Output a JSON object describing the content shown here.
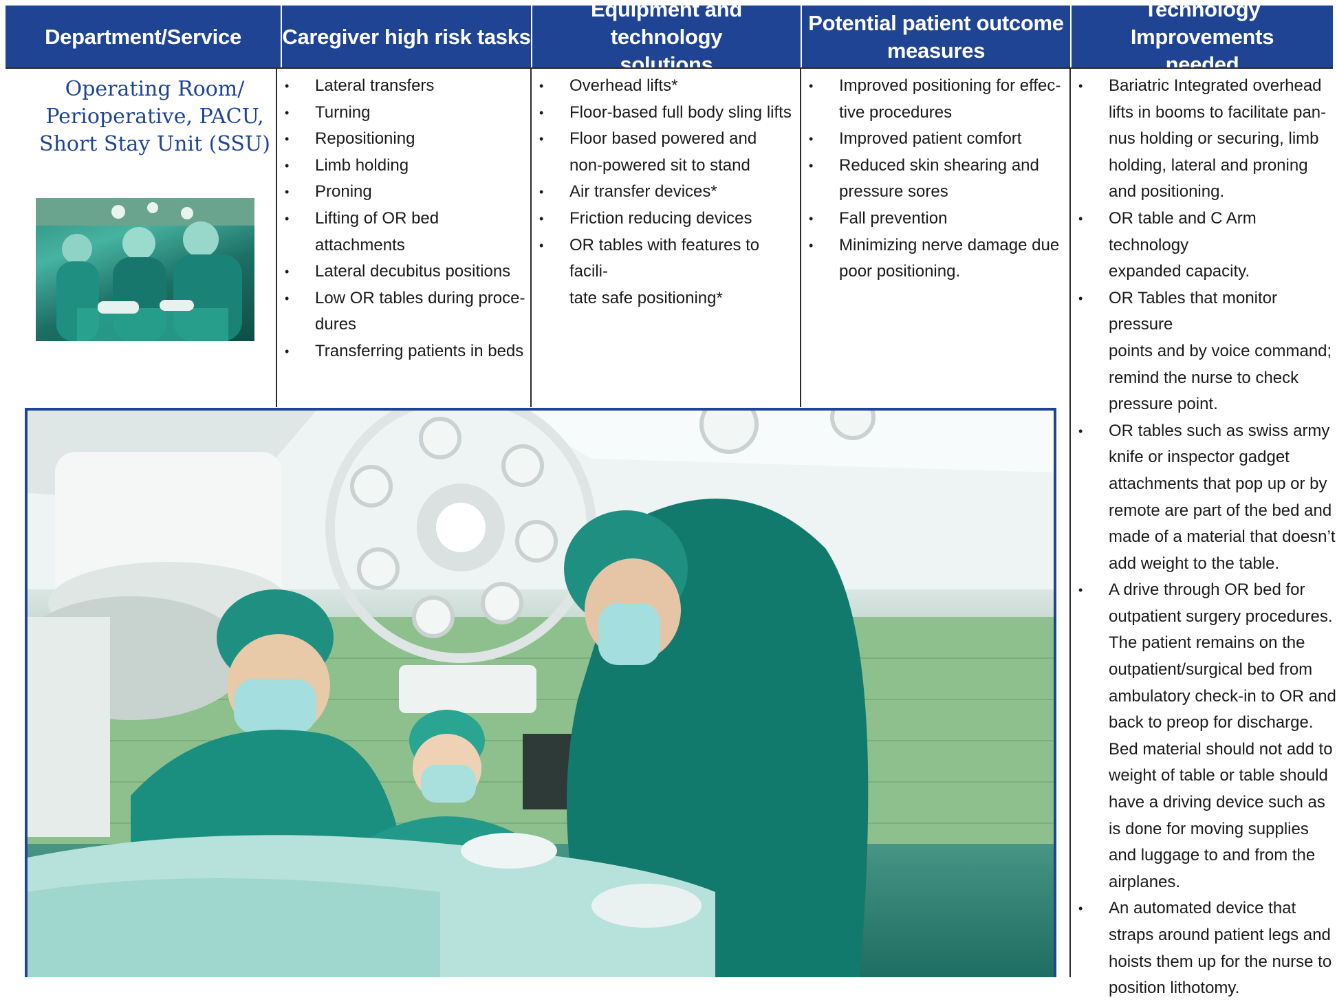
{
  "headers": {
    "department": "Department/Service",
    "caregiver": "Caregiver high risk tasks",
    "equipment_line1": "Equipment and technology",
    "equipment_line2": "solutions",
    "outcome_line1": "Potential patient outcome",
    "outcome_line2": "measures",
    "improvements_line1": "Technology Improvements",
    "improvements_line2": "needed"
  },
  "department": {
    "line1": "Operating Room/",
    "line2": "Perioperative, PACU,",
    "line3": "Short Stay Unit (SSU)"
  },
  "caregiver_lines": [
    "Lateral transfers",
    "Turning",
    "Repositioning",
    "Limb holding",
    "Proning",
    "Lifting of OR bed attachments",
    "Lateral decubitus positions",
    "Low OR tables during proce-",
    "dures",
    "Transferring patients in beds"
  ],
  "equipment_lines": [
    "Overhead lifts*",
    "Floor-based full body sling lifts",
    "Floor based powered and",
    "non-powered sit to stand",
    "Air transfer devices*",
    "Friction reducing devices",
    "OR tables with features to facili-",
    "tate safe positioning*"
  ],
  "outcome_lines": [
    "Improved positioning for effec-",
    "tive procedures",
    "Improved patient comfort",
    "Reduced skin shearing and",
    "pressure sores",
    "Fall prevention",
    "Minimizing nerve damage due",
    "poor positioning."
  ],
  "improvement_lines": [
    "Bariatric Integrated overhead",
    "lifts in booms to facilitate pan-",
    "nus holding or securing, limb",
    "holding, lateral and proning",
    "and positioning.",
    "OR table and C Arm technology",
    "expanded capacity.",
    "OR Tables that monitor pressure",
    "points and by voice command;",
    "remind the nurse to check",
    "pressure point.",
    "OR tables such as swiss army",
    "knife or inspector gadget",
    "attachments that pop up or by",
    "remote are part of the bed and",
    "made of a material that doesn’t",
    "add weight to the table.",
    "A drive through OR bed for",
    "outpatient surgery procedures.",
    "The patient remains on the",
    "outpatient/surgical bed from",
    "ambulatory check-in to OR and",
    "back to preop for discharge.",
    "Bed material should not add to",
    "weight of table or table should",
    "have a driving device such as",
    "is done for moving supplies",
    "and luggage to and from the",
    "airplanes.",
    "An automated device that",
    "straps around patient legs and",
    "hoists them up for the nurse to",
    "position lithotomy."
  ],
  "colors": {
    "header_bg": "#1f4494",
    "department_text": "#1f4494",
    "frame_border": "#1f4494"
  }
}
